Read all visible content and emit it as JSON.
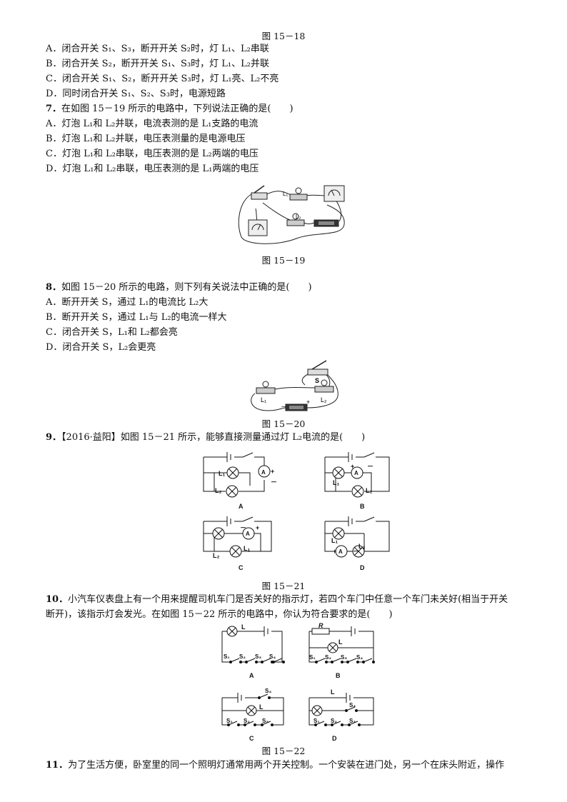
{
  "captions": {
    "c18": "图 15－18",
    "c19": "图 15－19",
    "c20": "图 15－20",
    "c21": "图 15－21",
    "c22": "图 15－22"
  },
  "q6": {
    "options": [
      "A．闭合开关 S₁、S₃，断开开关 S₂时，灯 L₁、L₂串联",
      "B．闭合开关 S₂，断开开关 S₁、S₃时，灯 L₁、L₂并联",
      "C．闭合开关 S₁、S₂，断开开关 S₃时，灯 L₁亮、L₂不亮",
      "D．同时闭合开关 S₁、S₂、S₃时，电源短路"
    ]
  },
  "q7": {
    "num": "7．",
    "stem": "在如图 15－19 所示的电路中，下列说法正确的是(　　)",
    "options": [
      "A．灯泡 L₁和 L₂并联，电流表测的是 L₁支路的电流",
      "B．灯泡 L₁和 L₂并联，电压表测量的是电源电压",
      "C．灯泡 L₁和 L₂串联，电压表测的是 L₂两端的电压",
      "D．灯泡 L₁和 L₂串联，电压表测的是 L₁两端的电压"
    ],
    "fig_labels": {
      "l1": "L₁",
      "l2": "L₂"
    }
  },
  "q8": {
    "num": "8．",
    "stem": "如图 15－20 所示的电路，则下列有关说法中正确的是(　　)",
    "options": [
      "A．断开开关 S，通过 L₁的电流比 L₂大",
      "B．断开开关 S，通过 L₁与 L₂的电流一样大",
      "C．闭合开关 S，L₁和 L₂都会亮",
      "D．闭合开关 S，L₂会更亮"
    ],
    "fig_labels": {
      "s": "S",
      "l1": "L₁",
      "l2": "L₂",
      "minus": "－",
      "plus": "+"
    }
  },
  "q9": {
    "num": "9．",
    "stem": "【2016·益阳】如图 15－21 所示，能够直接测量通过灯 L₂电流的是(　　)",
    "fig_labels": {
      "A": "A",
      "B": "B",
      "C": "C",
      "D": "D",
      "ammeter": "A",
      "l1": "L₁",
      "l2": "L₂",
      "plus": "+",
      "minus": "－"
    }
  },
  "q10": {
    "num": "10．",
    "stem1": "小汽车仪表盘上有一个用来提醒司机车门是否关好的指示灯，若四个车门中任意一个车门未关好(相当于开关",
    "stem2": "断开)，该指示灯会发光。在如图 15－22 所示的电路中，你认为符合要求的是(　　)",
    "fig_labels": {
      "A": "A",
      "B": "B",
      "C": "C",
      "D": "D",
      "L": "L",
      "R": "R",
      "s1": "S₁",
      "s2": "S₂",
      "s3": "S₃",
      "s4": "S₄"
    }
  },
  "q11": {
    "num": "11．",
    "stem": "为了生活方便，卧室里的同一个照明灯通常用两个开关控制。一个安装在进门处，另一个在床头附近，操作"
  }
}
